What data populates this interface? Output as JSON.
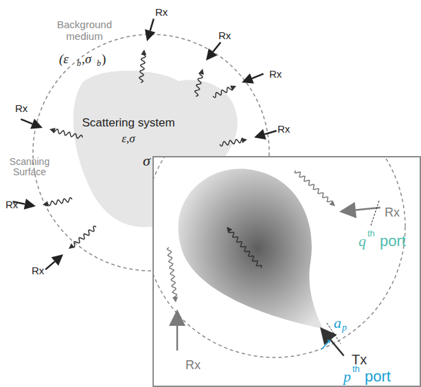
{
  "diagram": {
    "nodes": [
      {
        "text": [
          "Scattering system",
          "ε,σ"
        ]
      }
    ],
    "labels": [
      "Background medium",
      "(ε",
      "b",
      ",σ",
      "b",
      ")",
      "Rx",
      "Rx",
      "Rx",
      "Rx",
      "Scanning Surface",
      "Rx",
      "σ",
      "Rx",
      "Rx",
      "Rx",
      "q",
      "th",
      "port",
      "a",
      "p",
      "Tx",
      "p",
      "th",
      "port",
      "Rx"
    ]
  }
}
